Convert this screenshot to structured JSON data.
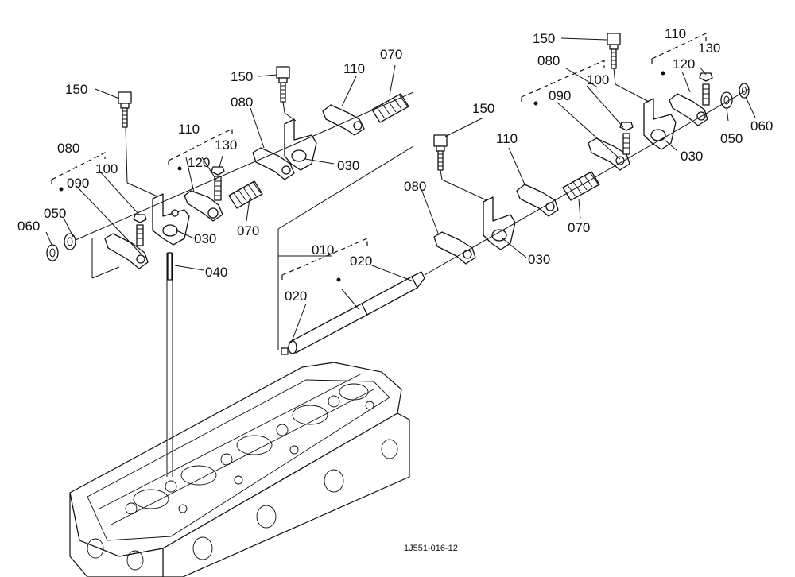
{
  "diagram": {
    "drawing_code": "1J551-016-12",
    "part_labels": {
      "l150a": "150",
      "l080a": "080",
      "l100a": "100",
      "l090a": "090",
      "l050a": "050",
      "l060a": "060",
      "l110a": "110",
      "l120a": "120",
      "l130a": "130",
      "l030a": "030",
      "l070a": "070",
      "l040a": "040",
      "l150b": "150",
      "l110b": "110",
      "l070b": "070",
      "l080b": "080",
      "l030b": "030",
      "l010": "010",
      "l020a": "020",
      "l020b": "020",
      "l150c": "150",
      "l110c": "110",
      "l080c": "080",
      "l030c": "030",
      "l070c": "070",
      "l150d": "150",
      "l080d": "080",
      "l100b": "100",
      "l090b": "090",
      "l030d": "030",
      "l110d": "110",
      "l120b": "120",
      "l130b": "130",
      "l050b": "050",
      "l060b": "060"
    }
  }
}
